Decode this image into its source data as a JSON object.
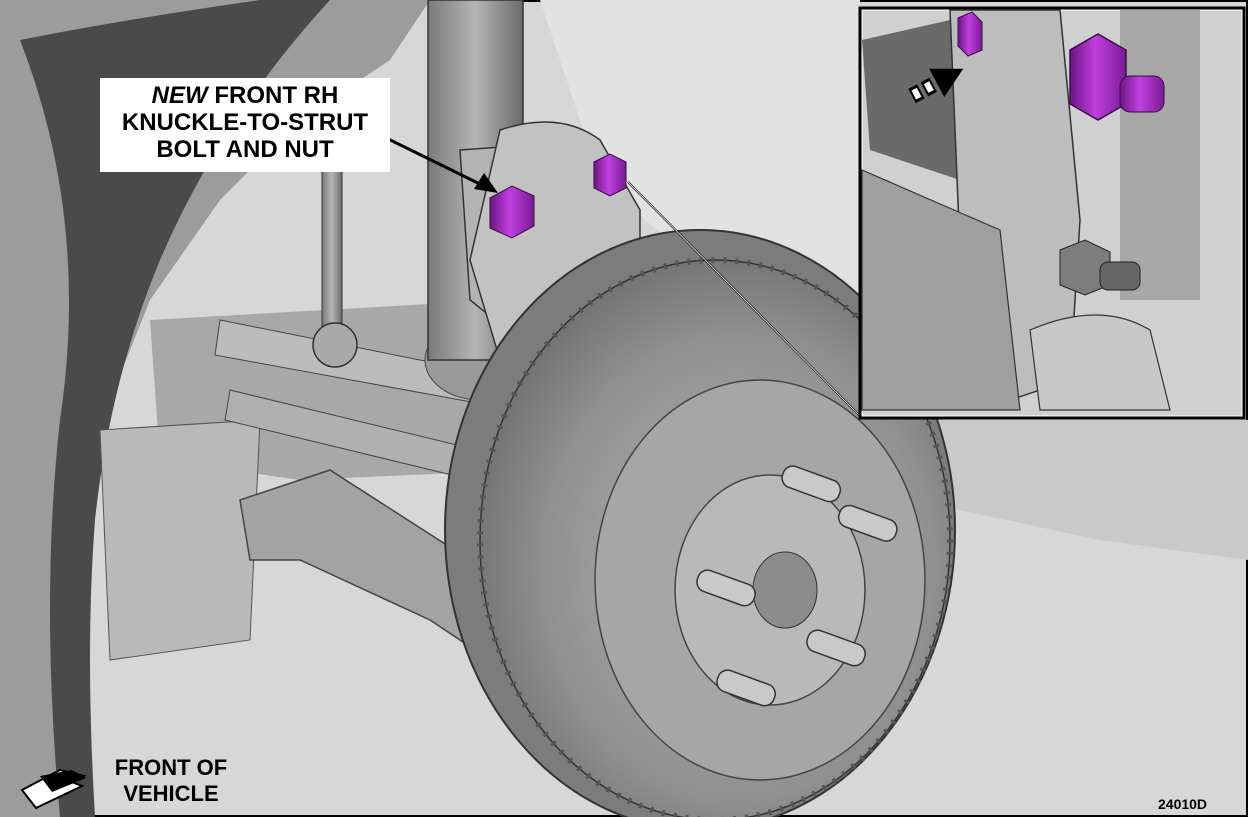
{
  "callout": {
    "emphasis": "NEW",
    "line1_rest": " FRONT RH",
    "line2": "KNUCKLE-TO-STRUT",
    "line3": "BOLT AND NUT"
  },
  "front": {
    "line1": "FRONT OF",
    "line2": "VEHICLE"
  },
  "figure_id": "24010D",
  "colors": {
    "bolt": "#a020c0",
    "metal": "#9a9a9a",
    "background": "#dcdcdc",
    "outline": "#000000"
  },
  "icons": [
    "front-of-vehicle-arrow-icon",
    "direction-arrow-icon",
    "leader-arrow-icon"
  ]
}
